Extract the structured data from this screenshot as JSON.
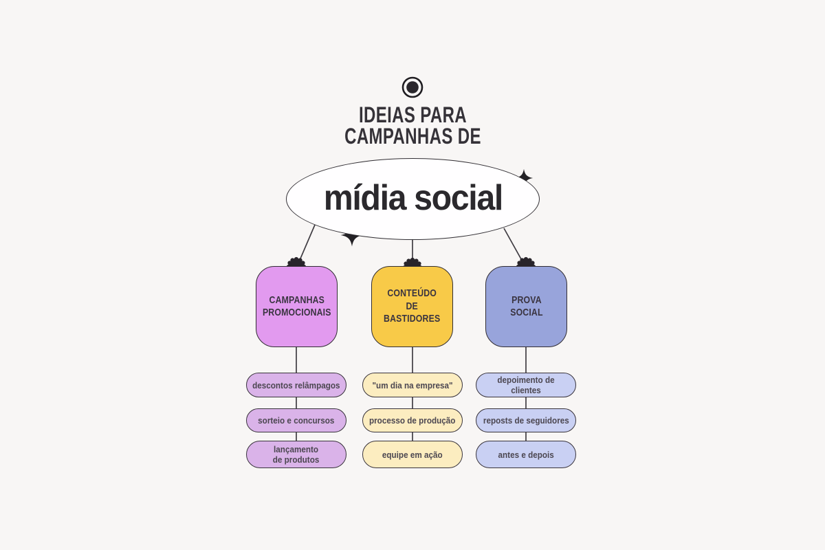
{
  "header": {
    "eyebrow": "IDEIAS PARA\nCAMPANHAS DE",
    "title": "mídia social"
  },
  "branches": [
    {
      "label": "CAMPANHAS\nPROMOCIONAIS",
      "fill": "#e29aef",
      "item_fill": "#dab3e9",
      "items": [
        "descontos relâmpagos",
        "sorteio e concursos",
        "lançamento\nde produtos"
      ]
    },
    {
      "label": "CONTEÚDO\nDE\nBASTIDORES",
      "fill": "#f8ca48",
      "item_fill": "#fcedc0",
      "items": [
        "\"um dia na empresa\"",
        "processo de produção",
        "equipe em ação"
      ]
    },
    {
      "label": "PROVA\nSOCIAL",
      "fill": "#98a4db",
      "item_fill": "#c9d0f3",
      "items": [
        "depoimento de clientes",
        "reposts de seguidores",
        "antes e depois"
      ]
    }
  ],
  "palette": {
    "background": "#f8f6f5",
    "ink": "#333036",
    "outline": "#312d33",
    "central_fill": "#ffffff"
  }
}
